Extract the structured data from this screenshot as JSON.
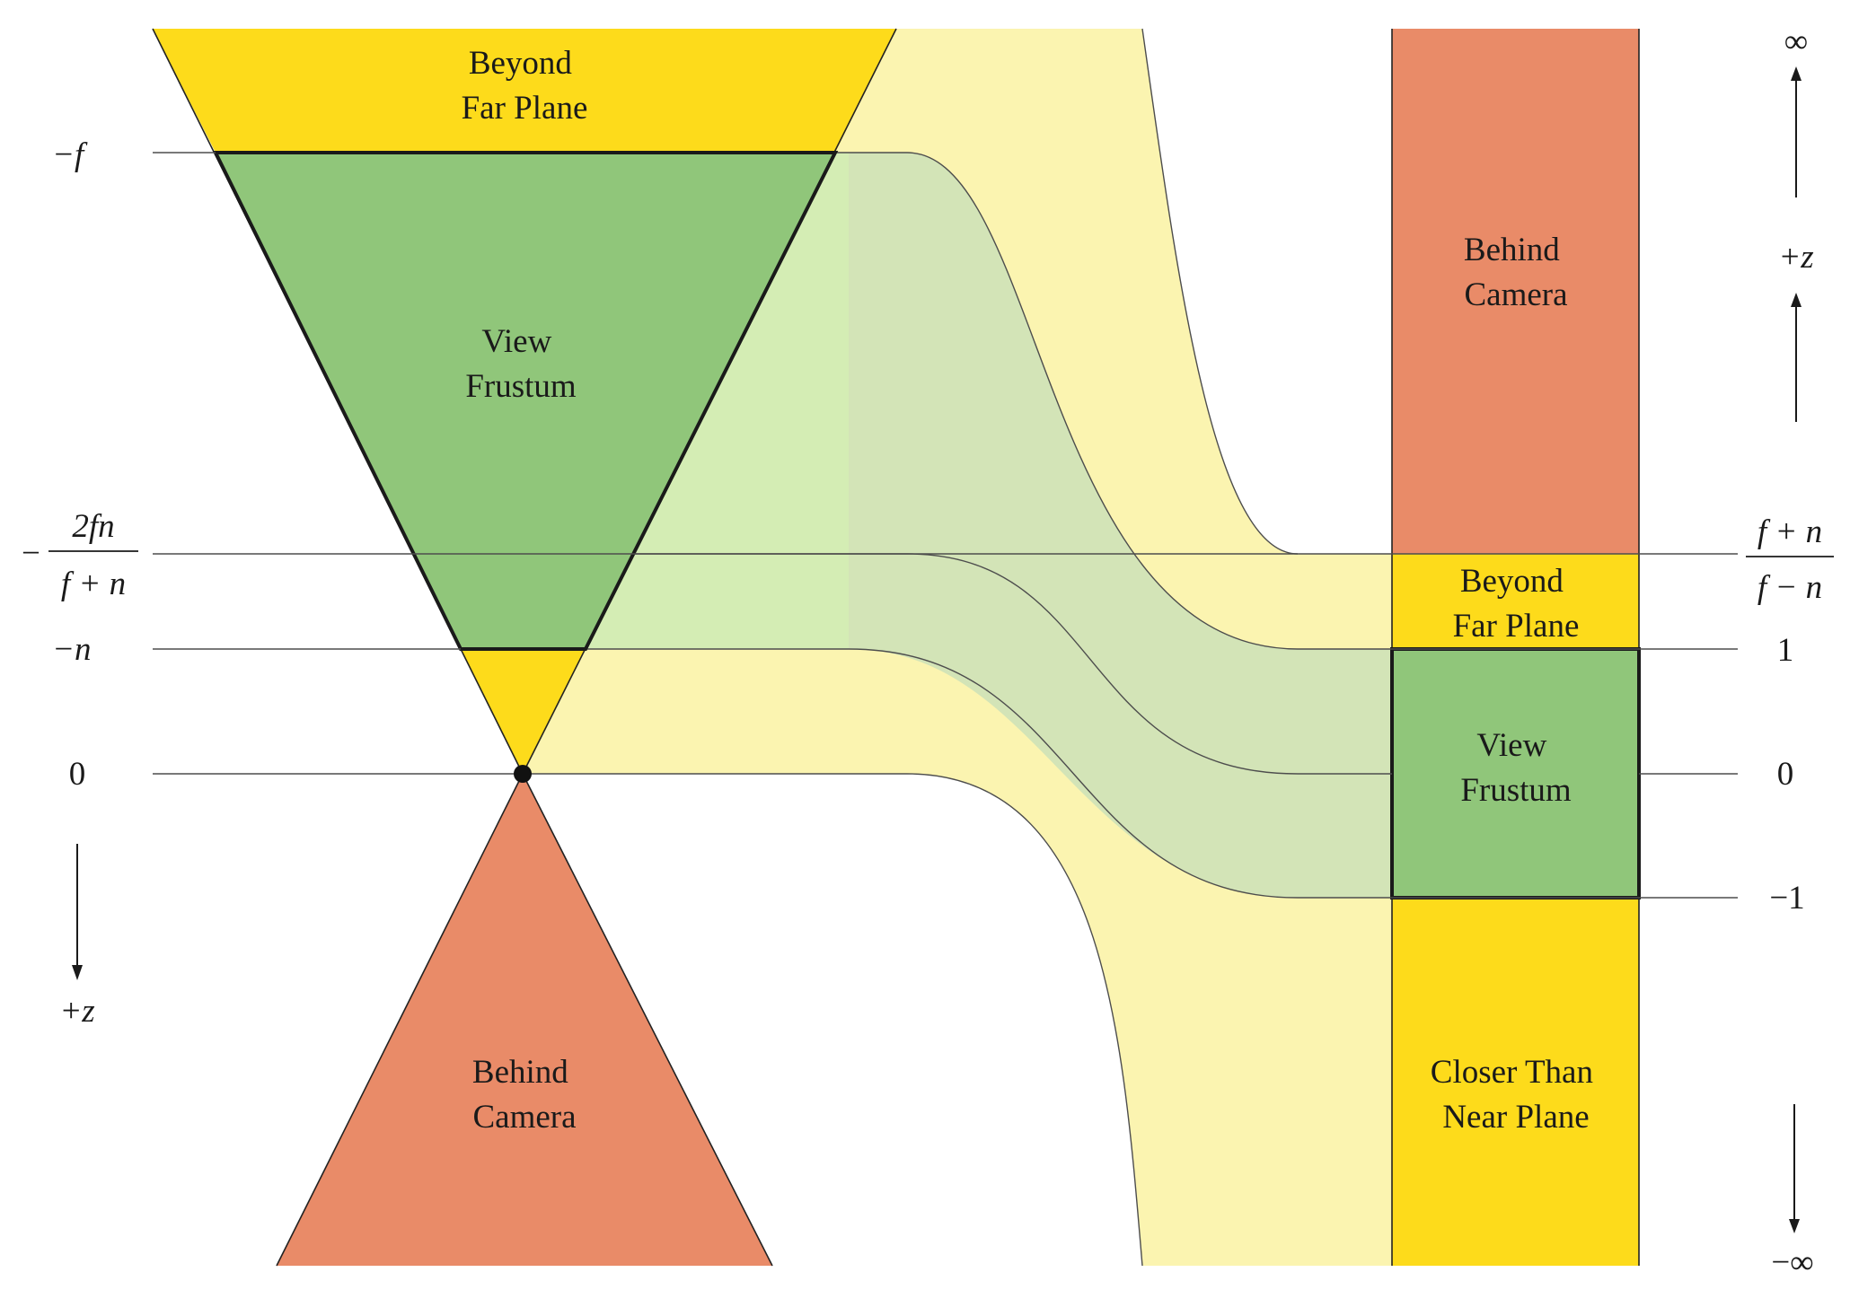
{
  "colors": {
    "yellow": "#FDDB1B",
    "yellow_light": "#FBF4B0",
    "green": "#90C67A",
    "green_light": "#D3EDB3",
    "green_band": "#D3E4B7",
    "orange": "#E98B68",
    "line": "#4d4d4d"
  },
  "left": {
    "beyond_far": [
      "Beyond",
      "Far Plane"
    ],
    "view_frustum": [
      "View",
      "Frustum"
    ],
    "behind_camera": [
      "Behind",
      "Camera"
    ],
    "axis": {
      "minus_f": "−f",
      "frac_num": "2fn",
      "frac_den": "f + n",
      "frac_sign": "−",
      "minus_n": "−n",
      "zero": "0",
      "plus_z": "+z"
    }
  },
  "right": {
    "behind_camera": [
      "Behind",
      "Camera"
    ],
    "beyond_far": [
      "Beyond",
      "Far Plane"
    ],
    "view_frustum": [
      "View",
      "Frustum"
    ],
    "closer_than_near": [
      "Closer Than",
      "Near Plane"
    ],
    "axis": {
      "infinity": "∞",
      "plus_z": "+z",
      "frac_num": "f + n",
      "frac_den": "f − n",
      "one": "1",
      "zero": "0",
      "minus_one": "−1",
      "minus_infinity": "−∞"
    }
  }
}
